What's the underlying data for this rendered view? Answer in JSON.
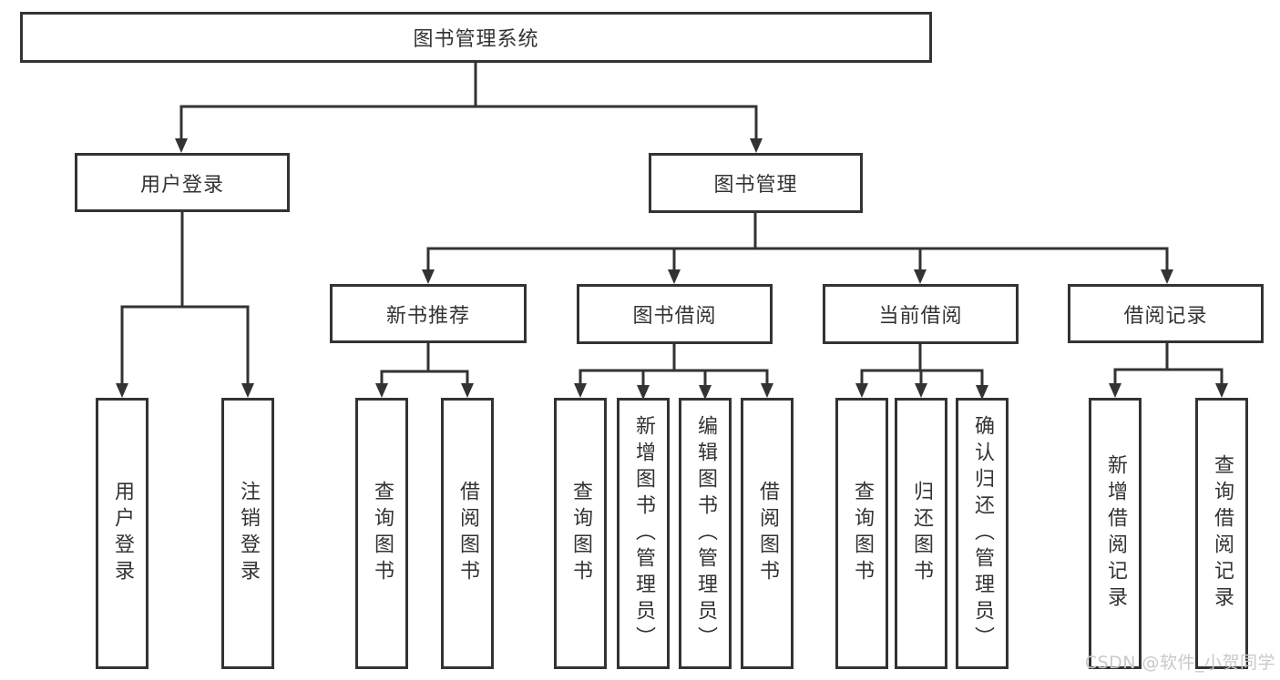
{
  "diagram_title": "图书管理系统",
  "tree": {
    "label": "图书管理系统",
    "children": [
      {
        "label": "用户登录",
        "children": [
          {
            "label": "用户登录"
          },
          {
            "label": "注销登录"
          }
        ]
      },
      {
        "label": "图书管理",
        "children": [
          {
            "label": "新书推荐",
            "children": [
              {
                "label": "查询图书"
              },
              {
                "label": "借阅图书"
              }
            ]
          },
          {
            "label": "图书借阅",
            "children": [
              {
                "label": "查询图书"
              },
              {
                "label": "新增图书（管理员）"
              },
              {
                "label": "编辑图书（管理员）"
              },
              {
                "label": "借阅图书"
              }
            ]
          },
          {
            "label": "当前借阅",
            "children": [
              {
                "label": "查询图书"
              },
              {
                "label": "归还图书"
              },
              {
                "label": "确认归还（管理员）"
              }
            ]
          },
          {
            "label": "借阅记录",
            "children": [
              {
                "label": "新增借阅记录"
              },
              {
                "label": "查询借阅记录"
              }
            ]
          }
        ]
      }
    ]
  },
  "watermark": {
    "text": "CSDN @软件_小贺同学"
  },
  "colors": {
    "line": "#333333",
    "box_border": "#333333",
    "box_background": "#ffffff",
    "text": "#333333",
    "watermark": "#c9c9c9"
  }
}
